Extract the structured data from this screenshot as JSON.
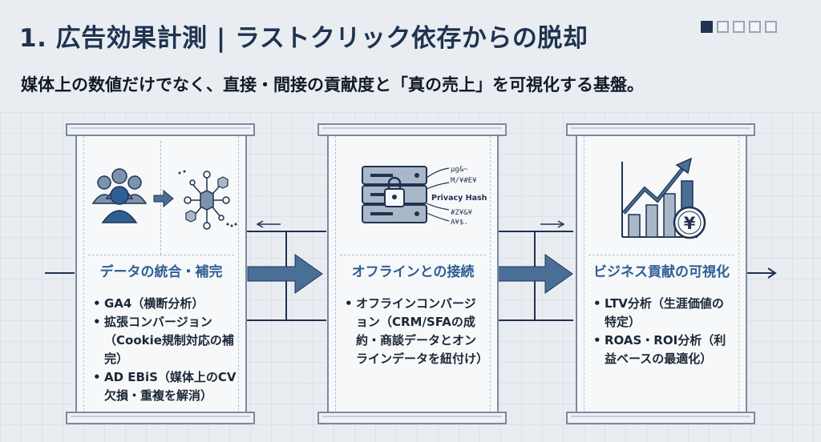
{
  "header": {
    "title": "1. 広告効果計測 | ラストクリック依存からの脱却",
    "subtitle": "媒体上の数値だけでなく、直接・間接の貢献度と「真の売上」を可視化する基盤。",
    "pager": {
      "total": 5,
      "active_index": 0
    }
  },
  "panels": [
    {
      "title": "データの統合・補完",
      "icon": "users-to-network-icon",
      "bullets": [
        "GA4（横断分析）",
        "拡張コンバージョン （Cookie規制対応の補完）",
        "AD EBiS（媒体上のCV 欠損・重複を解消）"
      ]
    },
    {
      "title": "オフラインとの接続",
      "icon": "secure-server-icon",
      "icon_label": "Privacy Hash",
      "icon_glyphs": [
        "µg&~",
        "M/¥#E¥",
        "#Z¥&¥",
        "A¥$."
      ],
      "bullets": [
        "オフラインコンバージョン（CRM/SFAの成約・商談データとオンラインデータを紐付け）"
      ]
    },
    {
      "title": "ビジネス貢献の可視化",
      "icon": "rising-chart-yen-icon",
      "icon_symbol": "¥",
      "bullets": [
        "LTV分析（生涯価値の特定）",
        "ROAS・ROI分析（利益ベースの最適化）"
      ]
    }
  ],
  "colors": {
    "primary": "#1f3350",
    "accent": "#2e5f93",
    "arrow": "#4a6f96",
    "background": "#e9edf2"
  }
}
